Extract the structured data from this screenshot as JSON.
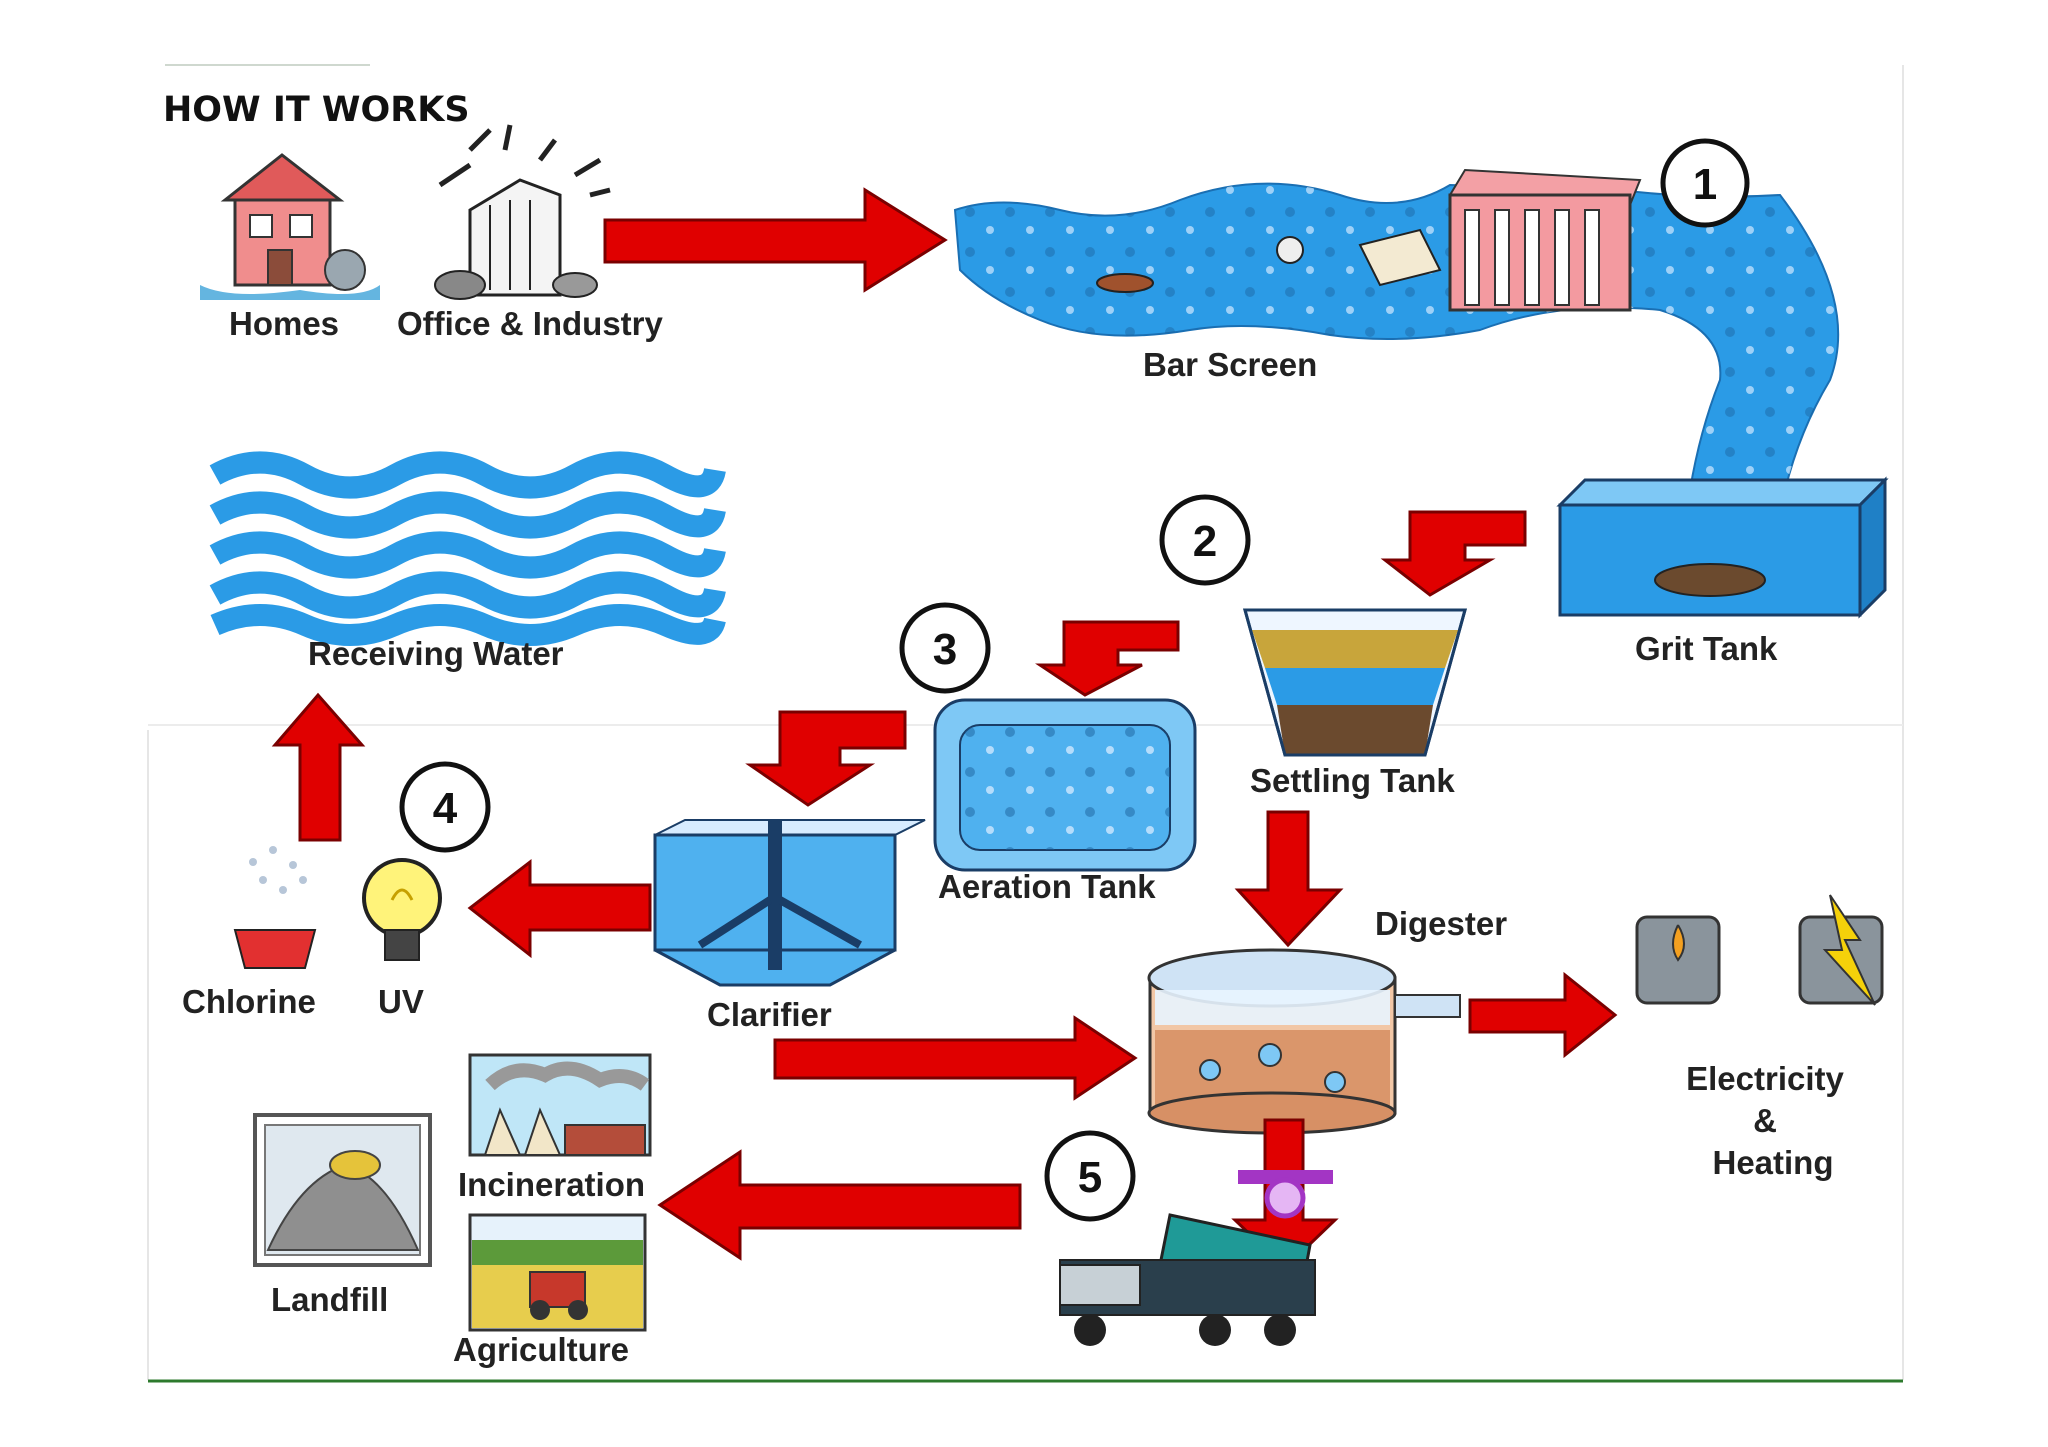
{
  "title": "HOW IT WORKS",
  "colors": {
    "water": "#2b9be6",
    "arrow": "#e00000",
    "arrow_stroke": "#7a0000",
    "tank_pink": "#f39aa0",
    "green_rule": "#2d7a2d"
  },
  "sources": {
    "homes": "Homes",
    "office": "Office & Industry"
  },
  "stages": {
    "bar_screen": "Bar Screen",
    "grit_tank": "Grit Tank",
    "settling_tank": "Settling Tank",
    "aeration_tank": "Aeration Tank",
    "clarifier": "Clarifier",
    "digester": "Digester",
    "chlorine": "Chlorine",
    "uv": "UV",
    "receiving_water": "Receiving Water"
  },
  "energy": {
    "line1": "Electricity",
    "line2": "&",
    "line3": "Heating"
  },
  "disposal": {
    "incineration": "Incineration",
    "landfill": "Landfill",
    "agriculture": "Agriculture"
  },
  "steps": [
    "1",
    "2",
    "3",
    "4",
    "5"
  ]
}
